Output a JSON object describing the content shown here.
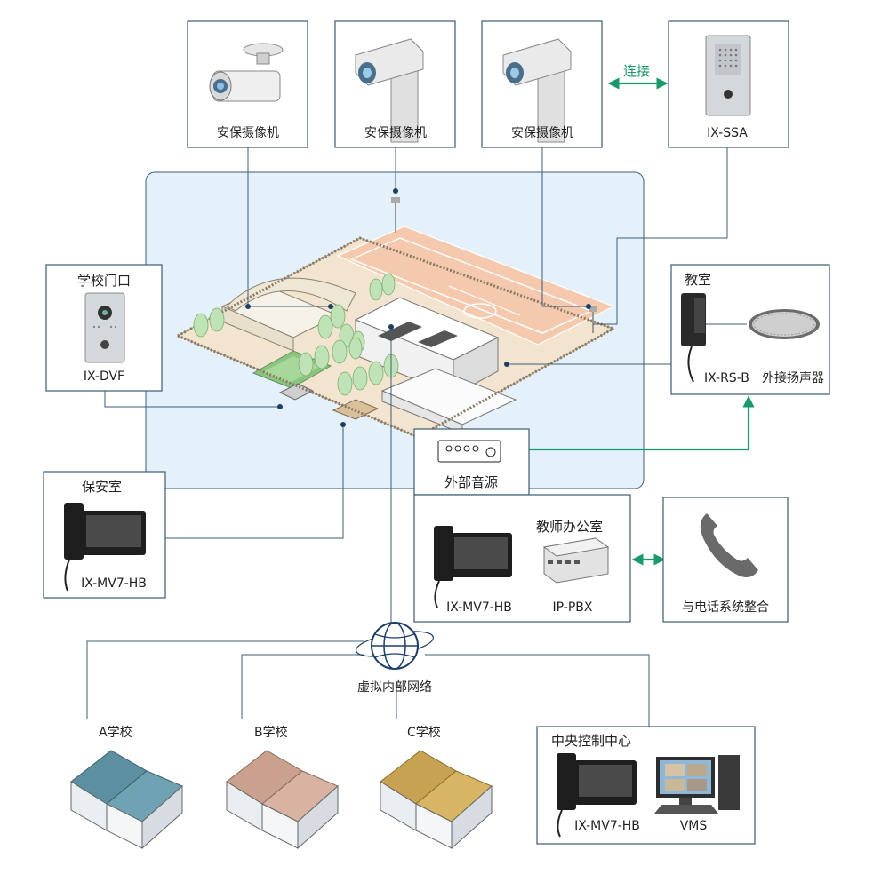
{
  "cameras": [
    "安保摄像机",
    "安保摄像机",
    "安保摄像机"
  ],
  "connect_label": "连接",
  "ix_ssa": "IX-SSA",
  "school_gate": {
    "title": "学校门口",
    "device": "IX-DVF"
  },
  "classroom": {
    "title": "教室",
    "device": "IX-RS-B",
    "speaker": "外接扬声器"
  },
  "security_room": {
    "title": "保安室",
    "device": "IX-MV7-HB"
  },
  "external_audio": "外部音源",
  "teacher_office": {
    "title": "教师办公室",
    "monitor": "IX-MV7-HB",
    "pbx": "IP-PBX"
  },
  "phone": "与电话系统整合",
  "network": "虚拟内部网络",
  "schools": [
    "A学校",
    "B学校",
    "C学校"
  ],
  "control_center": {
    "title": "中央控制中心",
    "monitor": "IX-MV7-HB",
    "vms": "VMS"
  },
  "colors": {
    "line": "#3d5d74",
    "green": "#1a9a6c",
    "campus_bg": "#e4f1fa",
    "school_a": "#5c8fa0",
    "school_b": "#c9a18e",
    "school_c": "#c8a253"
  }
}
